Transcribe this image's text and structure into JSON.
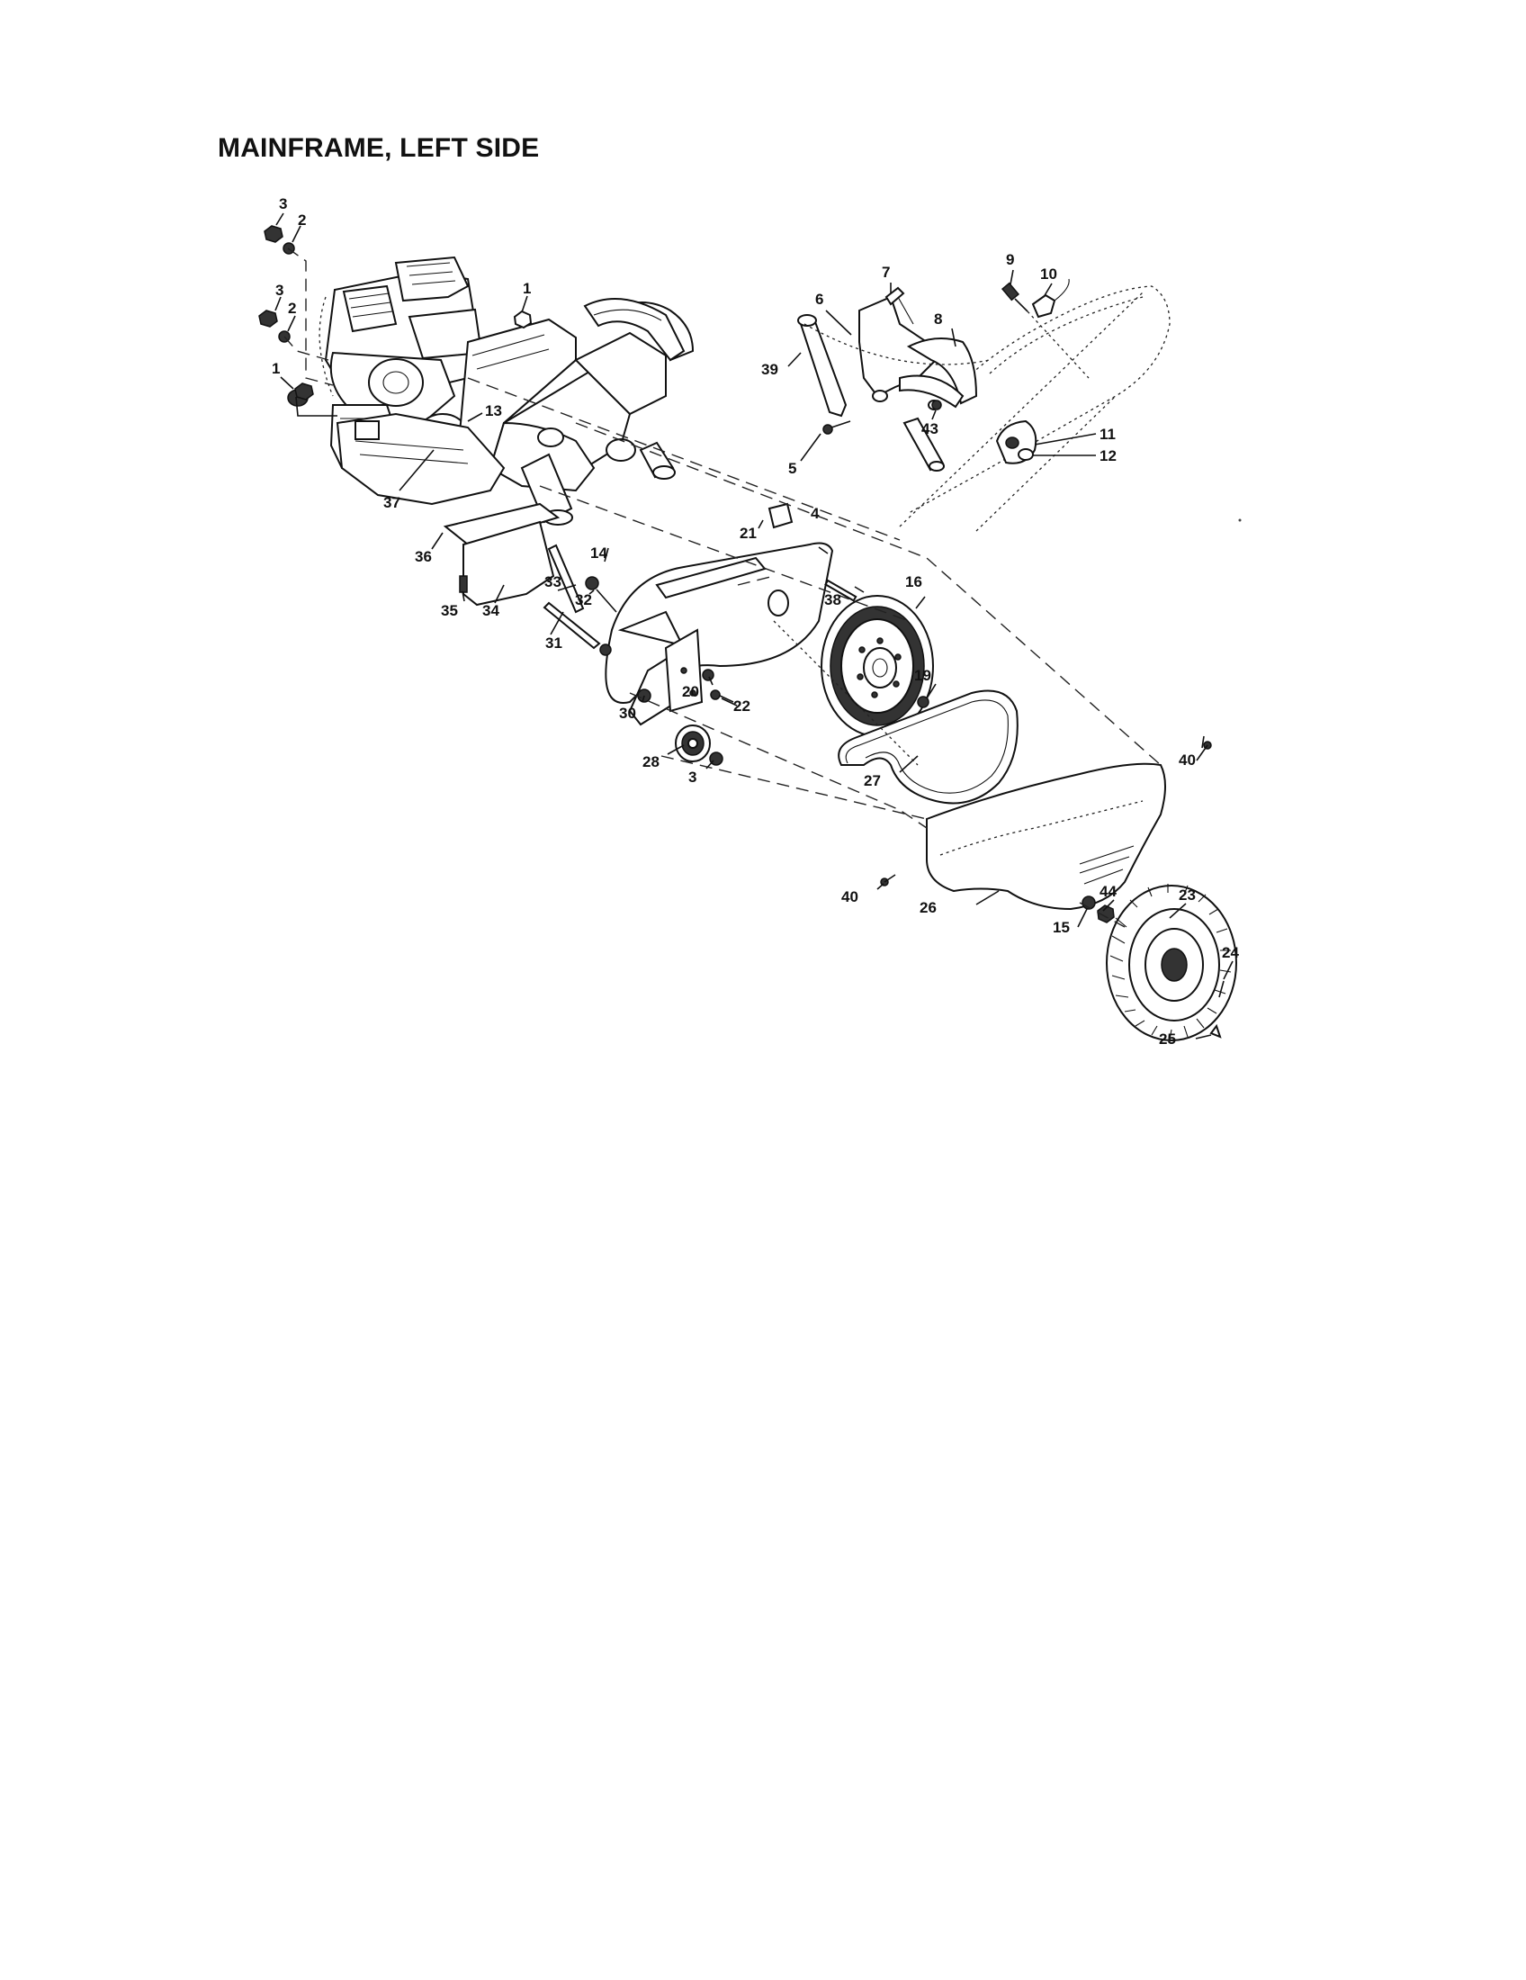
{
  "title": "MAINFRAME, LEFT SIDE",
  "callouts": {
    "c1a": "3",
    "c2a": "2",
    "c3b": "3",
    "c2b": "2",
    "c1b": "1",
    "c1c": "1",
    "c13": "13",
    "c37": "37",
    "c36": "36",
    "c35": "35",
    "c34": "34",
    "c33": "33",
    "c32": "32",
    "c31": "31",
    "c14": "14",
    "c21": "21",
    "c4": "4",
    "c38": "38",
    "c16": "16",
    "c19": "19",
    "c20": "20",
    "c22": "22",
    "c30": "30",
    "c28": "28",
    "c3c": "3",
    "c27": "27",
    "c40a": "40",
    "c40b": "40",
    "c26": "26",
    "c7": "7",
    "c6": "6",
    "c8": "8",
    "c9": "9",
    "c10": "10",
    "c39": "39",
    "c43": "43",
    "c5": "5",
    "c11": "11",
    "c12": "12",
    "c23": "23",
    "c44": "44",
    "c15": "15",
    "c24": "24",
    "c25": "25"
  }
}
